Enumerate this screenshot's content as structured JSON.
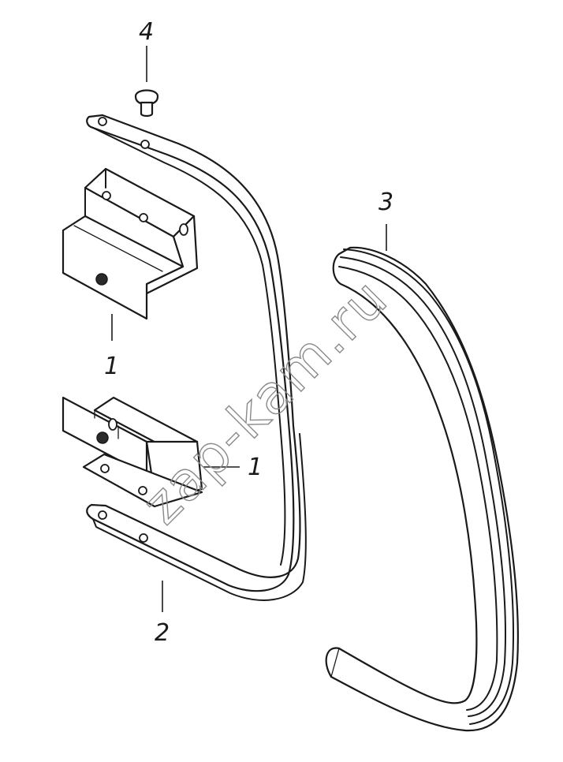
{
  "callouts": {
    "bolt": "4",
    "bracket_upper": "1",
    "bracket_lower": "1",
    "strap": "2",
    "pad": "3"
  },
  "watermark": "zap-kam.ru",
  "colors": {
    "line": "#1a1a1a",
    "paper": "#ffffff",
    "watermark": "#8a8a8a"
  }
}
